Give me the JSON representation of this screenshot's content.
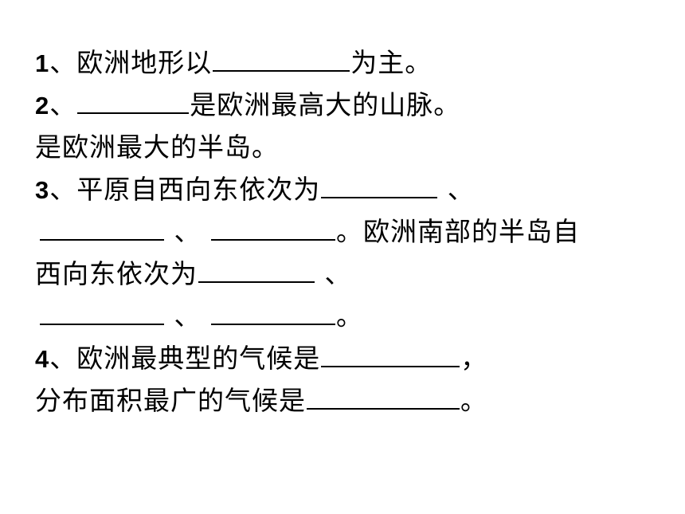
{
  "questions": {
    "q1": {
      "num": "1",
      "prefix": "、欧洲地形以",
      "suffix": "为主。"
    },
    "q2": {
      "num": "2",
      "sep": "、",
      "suffix": "是欧洲最高大的山脉。",
      "line2": "是欧洲最大的半岛。"
    },
    "q3": {
      "num": "3",
      "prefix": "、平原自西向东依次为",
      "sep1": " 、",
      "sep2": " 、 ",
      "mid": "。欧洲南部的半岛自",
      "line3_prefix": "西向东依次为",
      "sep3": " 、",
      "sep4": " 、 ",
      "end": "。"
    },
    "q4": {
      "num": "4",
      "prefix": "、欧洲最典型的气候是",
      "comma": "，",
      "line2_prefix": "分布面积最广的气候是",
      "end": "。"
    }
  }
}
